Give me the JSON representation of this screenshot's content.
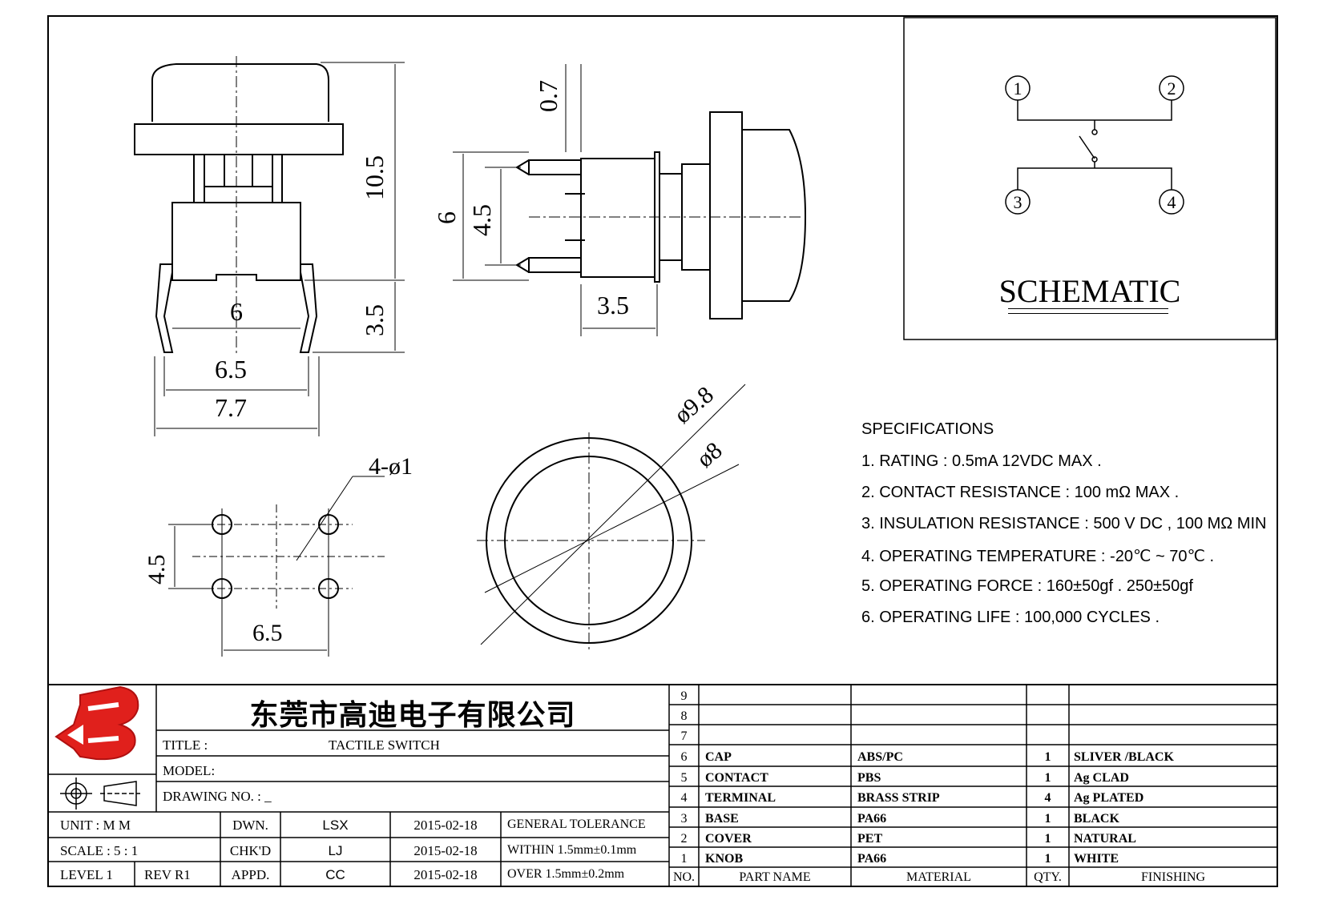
{
  "schematic": {
    "title": "SCHEMATIC",
    "pins": [
      "1",
      "2",
      "3",
      "4"
    ]
  },
  "specifications": {
    "heading": "SPECIFICATIONS",
    "items": [
      "1. RATING : 0.5mA 12VDC MAX .",
      "2. CONTACT RESISTANCE : 100 mΩ MAX .",
      "3. INSULATION RESISTANCE : 500 V DC , 100 MΩ MIN",
      "4. OPERATING TEMPERATURE : -20℃ ~ 70℃ .",
      "5. OPERATING FORCE : 160±50gf . 250±50gf",
      "6. OPERATING LIFE : 100,000 CYCLES ."
    ]
  },
  "dimensions": {
    "front_height": "10.5",
    "front_lead": "3.5",
    "front_body_width": "6",
    "front_lead_spacing": "6.5",
    "front_total_width": "7.7",
    "side_top": "0.7",
    "side_height": "6",
    "side_pin_spacing": "4.5",
    "side_depth": "3.5",
    "cap_outer_dia": "ø9.8",
    "cap_inner_dia": "ø8",
    "holes_label": "4-ø1",
    "holes_vertical": "4.5",
    "holes_horizontal": "6.5"
  },
  "title_block": {
    "company": "东莞市高迪电子有限公司",
    "title_label": "TITLE :",
    "title_value": "TACTILE SWITCH",
    "model_label": "MODEL:",
    "drawing_no_label": "DRAWING NO. : _",
    "rows": [
      {
        "label": "UNIT   :   M M",
        "role": "DWN.",
        "person": "LSX",
        "date": "2015-02-18",
        "note": "GENERAL TOLERANCE"
      },
      {
        "label": "SCALE  :  5 : 1",
        "role": "CHK'D",
        "person": "LJ",
        "date": "2015-02-18",
        "note": "WITHIN 1.5mm±0.1mm"
      },
      {
        "label": "LEVEL 1",
        "rev": "REV  R1",
        "role": "APPD.",
        "person": "CC",
        "date": "2015-02-18",
        "note": "OVER   1.5mm±0.2mm"
      }
    ]
  },
  "bom": {
    "headers": {
      "no": "NO.",
      "part": "PART  NAME",
      "material": "MATERIAL",
      "qty": "QTY.",
      "finishing": "FINISHING"
    },
    "rows": [
      {
        "no": "9",
        "part": "",
        "material": "",
        "qty": "",
        "finishing": ""
      },
      {
        "no": "8",
        "part": "",
        "material": "",
        "qty": "",
        "finishing": ""
      },
      {
        "no": "7",
        "part": "",
        "material": "",
        "qty": "",
        "finishing": ""
      },
      {
        "no": "6",
        "part": "CAP",
        "material": "ABS/PC",
        "qty": "1",
        "finishing": "SLIVER /BLACK"
      },
      {
        "no": "5",
        "part": "CONTACT",
        "material": "PBS",
        "qty": "1",
        "finishing": "Ag CLAD"
      },
      {
        "no": "4",
        "part": "TERMINAL",
        "material": "BRASS STRIP",
        "qty": "4",
        "finishing": "Ag PLATED"
      },
      {
        "no": "3",
        "part": "BASE",
        "material": "PA66",
        "qty": "1",
        "finishing": "BLACK"
      },
      {
        "no": "2",
        "part": "COVER",
        "material": "PET",
        "qty": "1",
        "finishing": "NATURAL"
      },
      {
        "no": "1",
        "part": "KNOB",
        "material": "PA66",
        "qty": "1",
        "finishing": "WHITE"
      }
    ]
  },
  "colors": {
    "logo": "#e0201c",
    "line": "#000000"
  }
}
